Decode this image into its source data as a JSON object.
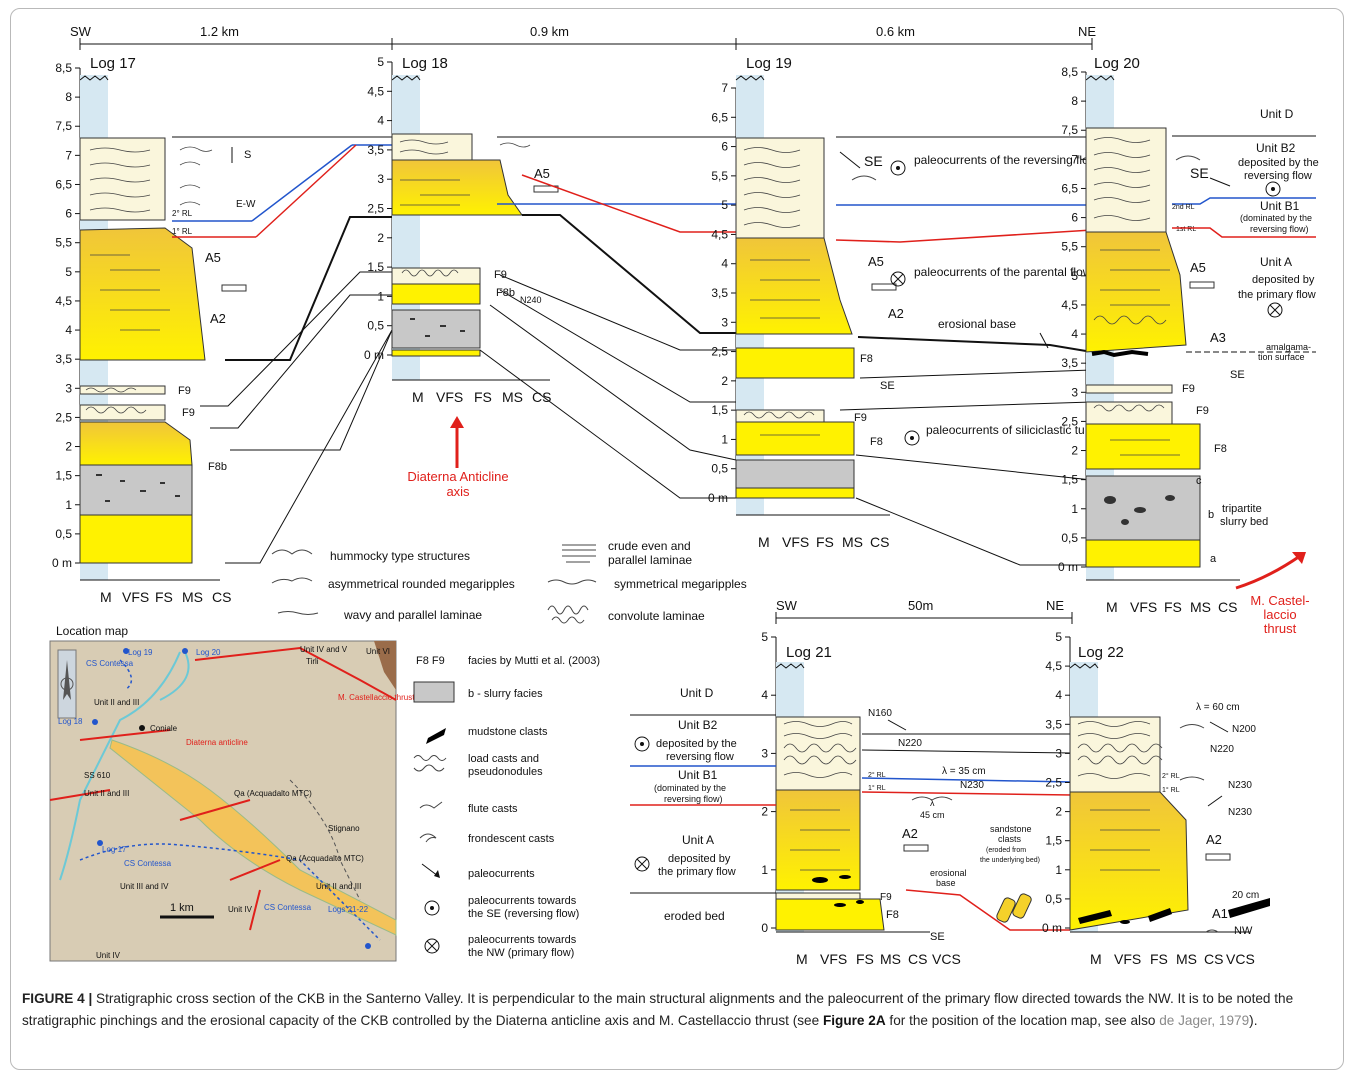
{
  "profile": {
    "sw": "SW",
    "ne": "NE",
    "distances": [
      "1.2 km",
      "0.9 km",
      "0.6 km"
    ]
  },
  "logs": {
    "log17": {
      "title": "Log 17",
      "ticks": [
        "8,5",
        "8",
        "7,5",
        "7",
        "6,5",
        "6",
        "5,5",
        "5",
        "4,5",
        "4",
        "3,5",
        "3",
        "2,5",
        "2",
        "1,5",
        "1",
        "0,5",
        "0 m"
      ],
      "grain": [
        "M",
        "VFS",
        "FS",
        "MS",
        "CS"
      ],
      "labels": {
        "s": "S",
        "ew": "E-W",
        "rl2": "2° RL",
        "rl1": "1° RL",
        "a5": "A5",
        "a2": "A2",
        "f9a": "F9",
        "f9b": "F9",
        "f8b": "F8b"
      }
    },
    "log18": {
      "title": "Log 18",
      "ticks": [
        "5",
        "4,5",
        "4",
        "3,5",
        "3",
        "2,5",
        "2",
        "1,5",
        "1",
        "0,5",
        "0 m"
      ],
      "grain": [
        "M",
        "VFS",
        "FS",
        "MS",
        "CS"
      ],
      "labels": {
        "a5": "A5",
        "f9": "F9",
        "f8b": "F8b",
        "n240": "N240"
      }
    },
    "log19": {
      "title": "Log 19",
      "ticks": [
        "7",
        "6,5",
        "6",
        "5,5",
        "5",
        "4,5",
        "4",
        "3,5",
        "3",
        "2,5",
        "2",
        "1,5",
        "1",
        "0,5",
        "0 m"
      ],
      "grain": [
        "M",
        "VFS",
        "FS",
        "MS",
        "CS"
      ],
      "labels": {
        "se1": "SE",
        "rev": "paleocurrents of the reversing flow",
        "a5": "A5",
        "par": "paleocurrents of the parental flow",
        "a2": "A2",
        "ero": "erosional base",
        "f8": "F8",
        "se2": "SE",
        "f9": "F9",
        "f8b": "F8",
        "sil": "paleocurrents of siliciclastic turbidites"
      }
    },
    "log20": {
      "title": "Log 20",
      "ticks": [
        "8,5",
        "8",
        "7,5",
        "7",
        "6,5",
        "6",
        "5,5",
        "5",
        "4,5",
        "4",
        "3,5",
        "3",
        "2,5",
        "2",
        "1,5",
        "1",
        "0,5",
        "0 m"
      ],
      "grain": [
        "M",
        "VFS",
        "FS",
        "MS",
        "CS"
      ],
      "labels": {
        "unitd": "Unit D",
        "unitb2": "Unit B2",
        "b2desc": "deposited by the reversing flow",
        "se": "SE",
        "rl2": "2nd RL",
        "rl1": "1st RL",
        "unitb1": "Unit B1",
        "b1desc": "(dominated by the reversing flow)",
        "a5": "A5",
        "unita": "Unit A",
        "adesc": "deposited by the primary flow",
        "a3": "A3",
        "amal": "amalgama- tion surface",
        "se2": "SE",
        "f9": "F9",
        "f8": "F8",
        "c": "c",
        "b": "b",
        "trip": "tripartite slurry bed",
        "a": "a"
      }
    },
    "log21": {
      "title": "Log 21",
      "ticks": [
        "5",
        "4",
        "3",
        "2",
        "1",
        "0"
      ],
      "grain": [
        "M",
        "VFS",
        "FS",
        "MS",
        "CS",
        "VCS"
      ],
      "labels": {
        "n160": "N160",
        "n220": "N220",
        "lam": "λ = 35 cm",
        "rl2": "2° RL",
        "rl1": "1° RL",
        "n230": "N230",
        "lam2": "λ",
        "cm45": "45 cm",
        "a2": "A2",
        "f9": "F9",
        "f8": "F8",
        "se": "SE",
        "ero": "erosional base",
        "sand": "sandstone clasts",
        "sanddesc": "(eroded from the underlying bed)",
        "sw": "SW",
        "ne": "NE",
        "dist": "50m"
      }
    },
    "log22": {
      "title": "Log 22",
      "ticks": [
        "5",
        "4,5",
        "4",
        "3,5",
        "3",
        "2,5",
        "2",
        "1,5",
        "1",
        "0,5",
        "0 m"
      ],
      "grain": [
        "M",
        "VFS",
        "FS",
        "MS",
        "CS",
        "VCS"
      ],
      "labels": {
        "lam": "λ = 60 cm",
        "n200": "N200",
        "n220": "N220",
        "rl2": "2° RL",
        "rl1": "1° RL",
        "n230a": "N230",
        "n230b": "N230",
        "a2": "A2",
        "cm20": "20 cm",
        "a1": "A1",
        "nw": "NW"
      }
    }
  },
  "log21_units": {
    "unit_d": "Unit D",
    "unit_b2": "Unit B2",
    "b2_desc": "deposited by the reversing flow",
    "unit_b1": "Unit B1",
    "b1_desc": "(dominated by the reversing flow)",
    "unit_a": "Unit A",
    "a_desc": "deposited by the primary flow",
    "eroded": "eroded bed"
  },
  "annotations": {
    "diaterna": "Diaterna Anticline axis",
    "castellaccio": "M. Castel- laccio thrust",
    "diaterna_color": "#e0201b"
  },
  "structure_legend": {
    "hummocky": "hummocky type structures",
    "asym": "asymmetrical rounded megaripples",
    "wavy": "wavy and parallel laminae",
    "crude": "crude even and parallel laminae",
    "sym": "symmetrical megaripples",
    "convolute": "convolute laminae"
  },
  "legend": {
    "f8f9_code": "F8  F9",
    "f8f9": "facies by Mutti et al. (2003)",
    "slurry": "b - slurry facies",
    "mudstone": "mudstone clasts",
    "load": "load casts and pseudonodules",
    "flute": "flute casts",
    "frond": "frondescent casts",
    "paleo": "paleocurrents",
    "se": "paleocurrents towards the SE (reversing flow)",
    "nw": "paleocurrents towards the NW (primary flow)"
  },
  "location_map": {
    "title": "Location map",
    "labels": [
      "Log 19",
      "Log 20",
      "CS Contessa",
      "Unit IV and V",
      "Tirli",
      "Unit VI",
      "Unit II and III",
      "Log 18",
      "Coniale",
      "Diaterna anticline",
      "M. Castellaccio thrust",
      "SS 610",
      "Unit II and III",
      "Qa (Acquadalto MTC)",
      "Stignano",
      "CS Contessa",
      "Log 17",
      "Unit III and IV",
      "Qa (Acquadalto MTC)",
      "Unit II and III",
      "1 km",
      "Unit IV",
      "CS Contessa",
      "Logs 21-22",
      "Unit IV"
    ]
  },
  "colors": {
    "sand_top": "#f2d22a",
    "sand_bottom": "#ffec00",
    "slurry": "#c8c8c8",
    "light": "#faf6dc",
    "water": "#d6e8f2",
    "red": "#e0201b",
    "blue": "#2255cc",
    "map_bg": "#d8ccb4",
    "map_fill": "#f3c35a"
  },
  "caption": {
    "label": "FIGURE 4 |",
    "text": " Stratigraphic cross section of the CKB in the Santerno Valley. It is perpendicular to the main structural alignments and the paleocurrent of the primary flow directed towards the NW. It is to be noted the stratigraphic pinchings and the erosional capacity of the CKB controlled by the Diaterna anticline axis and M. Castellaccio thrust (see ",
    "fig": "Figure 2A",
    "text2": " for the position of the location map, see also ",
    "ref": "de Jager, 1979",
    "end": ")."
  }
}
